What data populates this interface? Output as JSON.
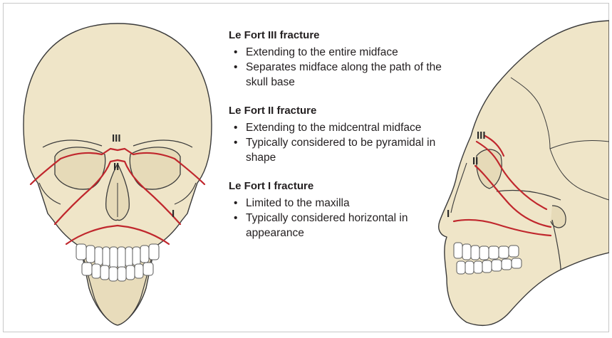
{
  "front_skull": {
    "labels": {
      "iii": "III",
      "ii": "II",
      "i": "I"
    }
  },
  "side_skull": {
    "labels": {
      "iii": "III",
      "ii": "II",
      "i": "I"
    }
  },
  "sections": [
    {
      "title": "Le Fort III fracture",
      "bullets": [
        "Extending to the entire midface",
        "Separates midface along the path of the skull base"
      ]
    },
    {
      "title": "Le Fort II fracture",
      "bullets": [
        "Extending to the midcentral midface",
        "Typically considered to be pyramidal in shape"
      ]
    },
    {
      "title": "Le Fort I fracture",
      "bullets": [
        "Limited to the maxilla",
        "Typically considered horizontal in appearance"
      ]
    }
  ],
  "colors": {
    "bone": "#efe5c8",
    "outline": "#3a3a3a",
    "fracture": "#c0272d",
    "border": "#c8c8c8"
  }
}
